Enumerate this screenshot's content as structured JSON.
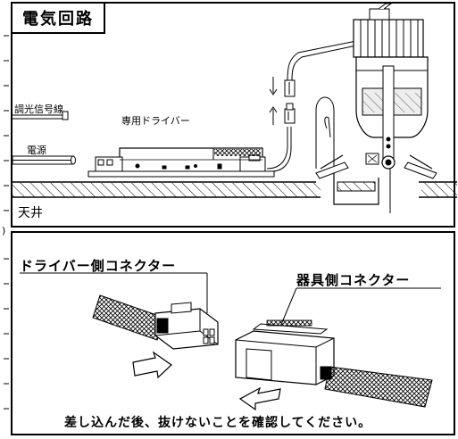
{
  "top_panel": {
    "title": "電気回路",
    "labels": {
      "dimming_signal_line": "調光信号線",
      "power": "電源",
      "dedicated_driver": "専用ドライバー",
      "ceiling": "天井"
    }
  },
  "bottom_panel": {
    "labels": {
      "driver_side_connector": "ドライバー側コネクター",
      "fixture_side_connector": "器具側コネクター",
      "instruction": "差し込んだ後、抜けないことを確認してください。"
    }
  },
  "icons": [
    "left-margin-tick-marks",
    "driver-box",
    "fixture-lamp",
    "connector-arrow-up",
    "connector-arrow-down",
    "insert-arrow-right",
    "insert-arrow-left",
    "cable-hatched"
  ]
}
